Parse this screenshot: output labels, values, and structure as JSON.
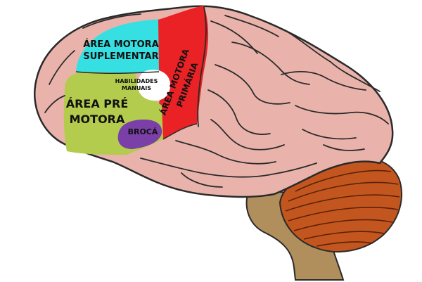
{
  "regions": {
    "supplementary_motor": {
      "line1": "ÁREA MOTORA",
      "line2": "SUPLEMENTAR"
    },
    "primary_motor": {
      "line1": "ÁREA MOTORA",
      "line2": "PRIMÁRIA"
    },
    "premotor": {
      "line1": "ÁREA PRÉ",
      "line2": "MOTORA"
    },
    "manual_skills": {
      "line1": "HABILIDADES",
      "line2": "MANUAIS"
    },
    "broca": {
      "label": "BROCÁ"
    }
  },
  "colors": {
    "cortex": "#e9b3ab",
    "outline": "#2a2a2a",
    "supplementary_motor": "#36dfe2",
    "primary_motor": "#ea2226",
    "premotor": "#b3cc4d",
    "manual_skills": "#ffffff",
    "broca": "#7b3fa8",
    "cerebellum": "#c3561f",
    "brainstem": "#b08f5c"
  }
}
